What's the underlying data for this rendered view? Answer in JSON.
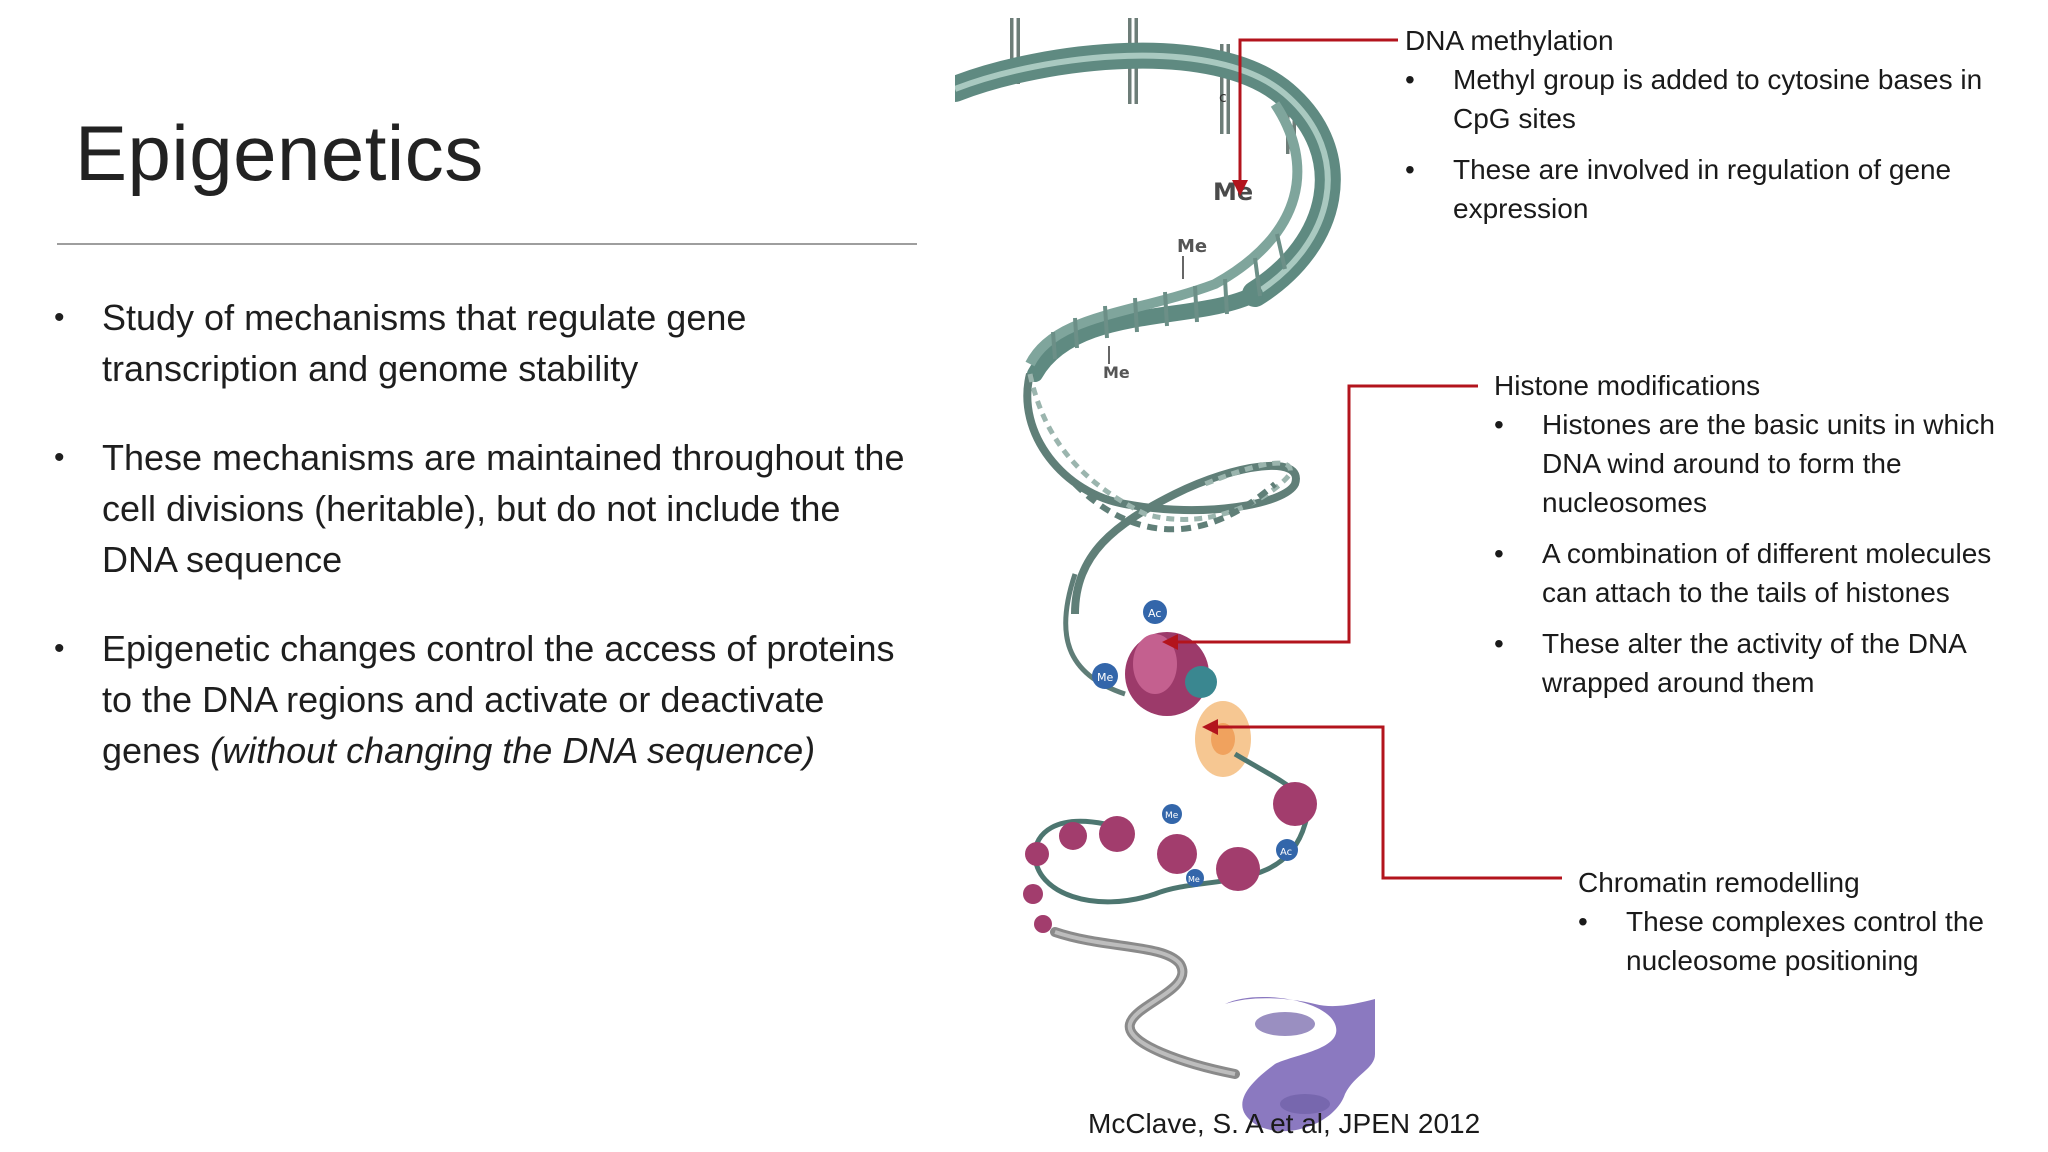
{
  "slide": {
    "title": "Epigenetics",
    "bullets": [
      {
        "text": "Study of mechanisms that regulate gene transcription and genome stability"
      },
      {
        "text": "These mechanisms are maintained throughout the cell divisions (heritable), but do not include the DNA sequence"
      },
      {
        "text": "Epigenetic changes control the access of proteins to the DNA regions and activate or deactivate genes ",
        "italic": "(without changing the DNA sequence)"
      }
    ]
  },
  "figure": {
    "labels": {
      "me1": "Me",
      "me2": "Me",
      "me3": "Me",
      "ac1": "Ac",
      "ac2": "Ac",
      "me4": "Me",
      "me5": "Me",
      "me6": "Me",
      "g": "g",
      "c": "c"
    },
    "colors": {
      "dna": "#5b8a80",
      "histone": "#9c3a6a",
      "remodeler": "#f5b77a",
      "chromosome": "#8b79c0",
      "connector": "#b3141d"
    }
  },
  "callouts": {
    "methylation": {
      "heading": "DNA methylation",
      "items": [
        "Methyl group is added to cytosine bases in CpG sites",
        "These are involved in regulation of gene expression"
      ]
    },
    "histone": {
      "heading": "Histone modifications",
      "items": [
        "Histones are the basic units in which DNA wind around to form the nucleosomes",
        "A combination of different molecules can attach to the tails of histones",
        "These alter the activity of the DNA wrapped around them"
      ]
    },
    "chromatin": {
      "heading": "Chromatin remodelling",
      "items": [
        "These complexes control the nucleosome positioning"
      ]
    }
  },
  "citation": "McClave, S. A et al, JPEN 2012",
  "bullet_glyph": "•"
}
